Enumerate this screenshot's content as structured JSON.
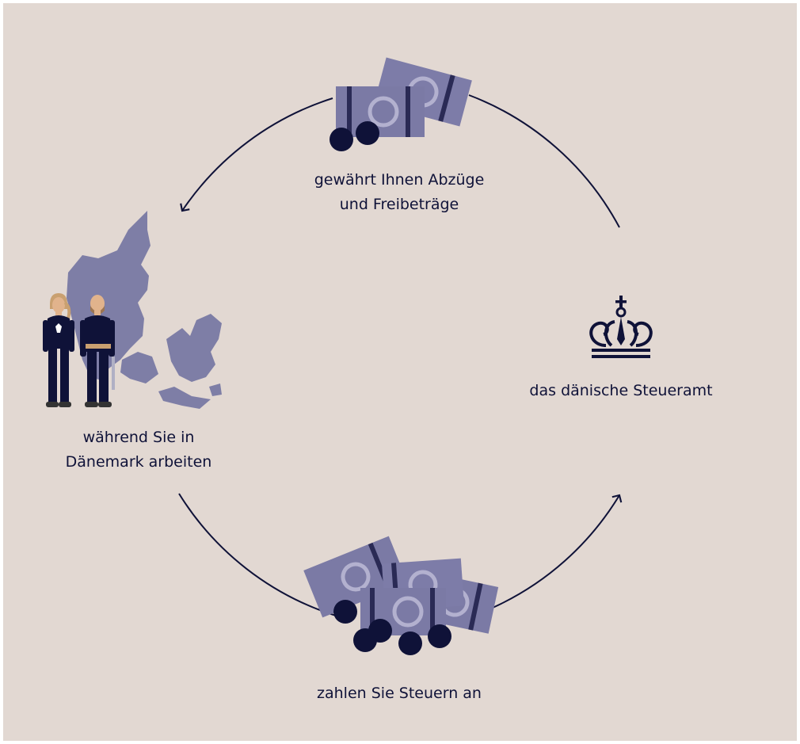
{
  "background_color": "#e2d8d2",
  "ink_color": "#0f1238",
  "money_color": "#7a7aa4",
  "map_color": "#7e7ea6",
  "labels": {
    "top": [
      "gewährt Ihnen Abzüge",
      "und Freibeträge"
    ],
    "left": [
      "während Sie in",
      "Dänemark arbeiten"
    ],
    "right": "das dänische Steueramt",
    "bottom": "zahlen Sie Steuern an"
  },
  "icons": {
    "top": "banknotes-and-coins-icon",
    "left": "denmark-map-with-workers-icon",
    "right": "royal-crown-icon",
    "bottom": "pile-of-banknotes-and-coins-icon"
  }
}
